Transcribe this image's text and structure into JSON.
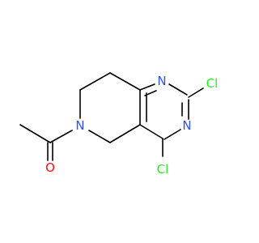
{
  "molecule": {
    "atoms": [
      {
        "id": "n1",
        "symbol": "N",
        "color": "#3050F8"
      },
      {
        "id": "n3",
        "symbol": "N",
        "color": "#3050F8"
      },
      {
        "id": "n6",
        "symbol": "N",
        "color": "#3050F8"
      },
      {
        "id": "o1",
        "symbol": "O",
        "color": "#FF0D0D"
      },
      {
        "id": "cl2",
        "symbol": "Cl",
        "color": "#1FF01F"
      },
      {
        "id": "cl4",
        "symbol": "Cl",
        "color": "#1FF01F"
      }
    ]
  }
}
